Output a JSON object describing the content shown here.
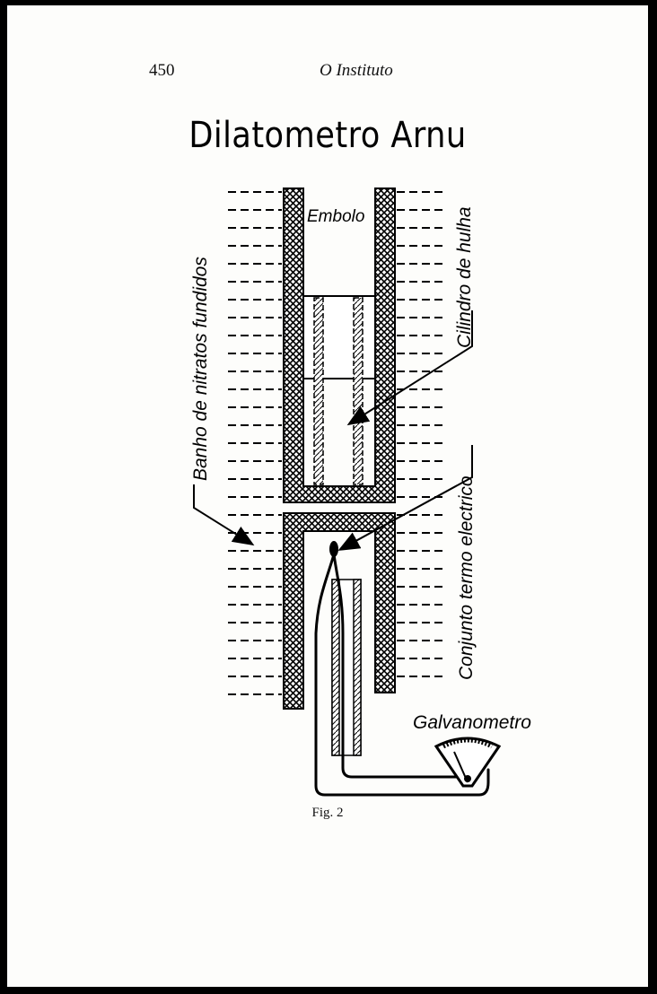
{
  "header": {
    "page_number": "450",
    "running_title": "O Instituto"
  },
  "figure": {
    "title": "Dilatometro Arnu",
    "labels": {
      "piston": "Embolo",
      "coal_cylinder": "Cilindro de hulha",
      "bath": "Banho de nitratos fundidos",
      "thermocouple": "Conjunto termo electrico",
      "galvanometer": "Galvanometro"
    },
    "caption": "Fig. 2"
  }
}
